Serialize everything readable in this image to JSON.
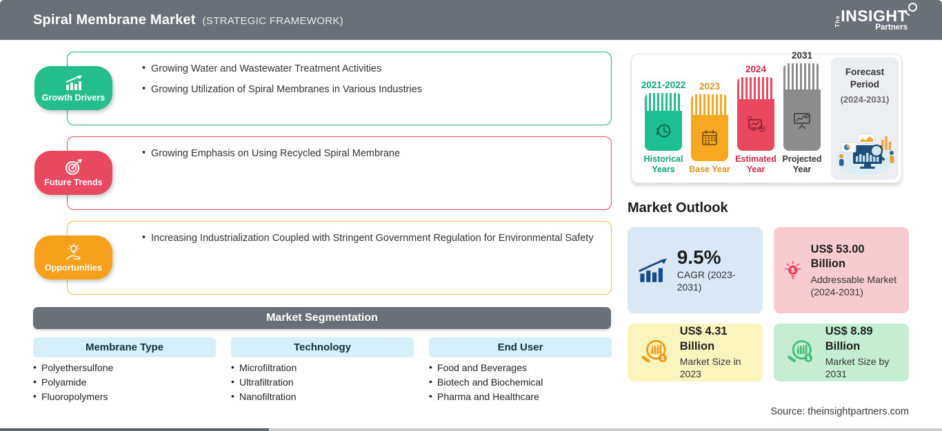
{
  "header": {
    "title": "Spiral Membrane Market",
    "subtitle": "(STRATEGIC FRAMEWORK)",
    "logo": {
      "the": "The",
      "insight": "INSIGHT",
      "partners": "Partners"
    }
  },
  "panels": {
    "growth": {
      "label": "Growth Drivers",
      "bullets": [
        "Growing Water and Wastewater Treatment Activities",
        "Growing Utilization of Spiral Membranes in Various Industries"
      ]
    },
    "trends": {
      "label": "Future Trends",
      "bullets": [
        "Growing Emphasis on Using Recycled Spiral Membrane"
      ]
    },
    "opportunities": {
      "label": "Opportunities",
      "bullets": [
        "Increasing Industrialization Coupled with Stringent Government Regulation for Environmental Safety"
      ]
    }
  },
  "segmentation": {
    "title": "Market Segmentation",
    "columns": [
      {
        "header": "Membrane Type",
        "items": [
          "Polyethersulfone",
          "Polyamide",
          "Fluoropolymers"
        ]
      },
      {
        "header": "Technology",
        "items": [
          "Microfiltration",
          "Ultrafiltration",
          "Nanofiltration"
        ]
      },
      {
        "header": "End User",
        "items": [
          "Food and Beverages",
          "Biotech and Biochemical",
          "Pharma and Healthcare"
        ]
      }
    ]
  },
  "timeline": {
    "bars": [
      {
        "year": "2021-2022",
        "label": "Historical Years",
        "color": "#1DBE92"
      },
      {
        "year": "2023",
        "label": "Base Year",
        "color": "#F7A722"
      },
      {
        "year": "2024",
        "label": "Estimated Year",
        "color": "#E8495F"
      },
      {
        "year": "2031",
        "label": "Projected Year",
        "color": "#8C8C8C"
      }
    ],
    "forecast": {
      "title": "Forecast Period",
      "range": "(2024-2031)"
    }
  },
  "outlook": {
    "title": "Market Outlook",
    "cards": [
      {
        "value": "9.5%",
        "caption": "CAGR (2023-2031)",
        "bg": "#D9E8F4"
      },
      {
        "value": "US$ 53.00 Billion",
        "caption": "Addressable Market (2024-2031)",
        "bg": "#F8CBD1"
      },
      {
        "value": "US$ 4.31 Billion",
        "caption": "Market Size in 2023",
        "bg": "#FAF4BD"
      },
      {
        "value": "US$ 8.89 Billion",
        "caption": "Market Size by 2031",
        "bg": "#C5EDD2"
      }
    ]
  },
  "source": {
    "text": "Source: theinsightpartners.com"
  },
  "colors": {
    "header_bar": "#6A7077",
    "growth_green": "#23BE8C",
    "trends_red": "#E8495F",
    "opportunities_orange": "#F6A01B",
    "chip_blue": "#D6EFF8",
    "navy_icon": "#17498F"
  }
}
